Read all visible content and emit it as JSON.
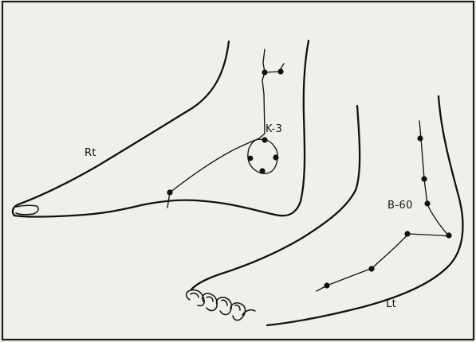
{
  "labels": {
    "right_foot": "Rt",
    "left_foot": "Lt",
    "kidney_point": "K-3",
    "bladder_point": "B-60"
  }
}
